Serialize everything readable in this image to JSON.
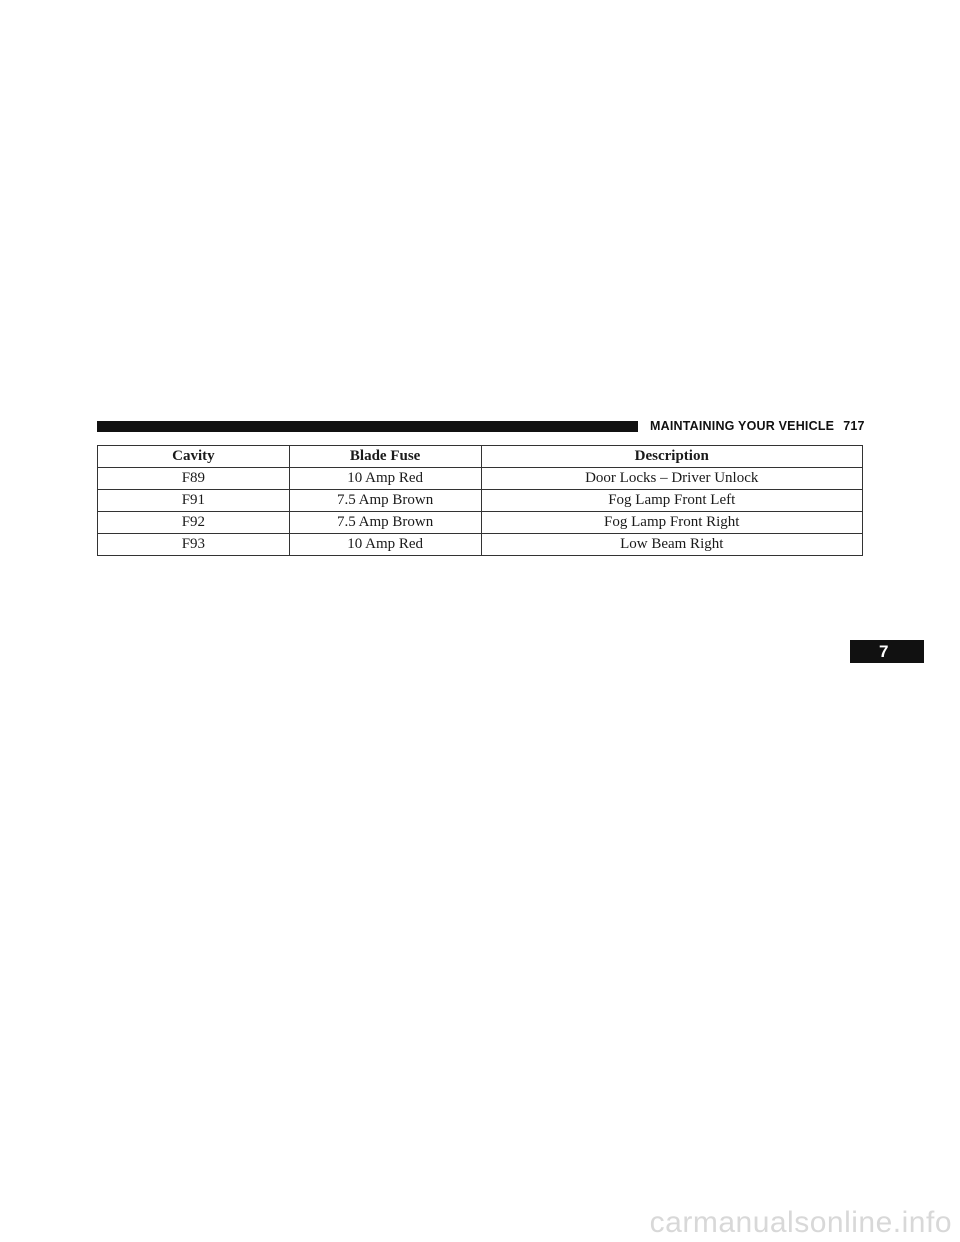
{
  "header": {
    "title": "MAINTAINING YOUR VEHICLE",
    "page_number": "717"
  },
  "table": {
    "columns": [
      "Cavity",
      "Blade Fuse",
      "Description"
    ],
    "rows": [
      [
        "F89",
        "10 Amp Red",
        "Door Locks – Driver Unlock"
      ],
      [
        "F91",
        "7.5 Amp Brown",
        "Fog Lamp Front Left"
      ],
      [
        "F92",
        "7.5 Amp Brown",
        "Fog Lamp Front Right"
      ],
      [
        "F93",
        "10 Amp Red",
        "Low Beam Right"
      ]
    ]
  },
  "chapter_tab": "7",
  "watermark": "carmanualsonline.info"
}
